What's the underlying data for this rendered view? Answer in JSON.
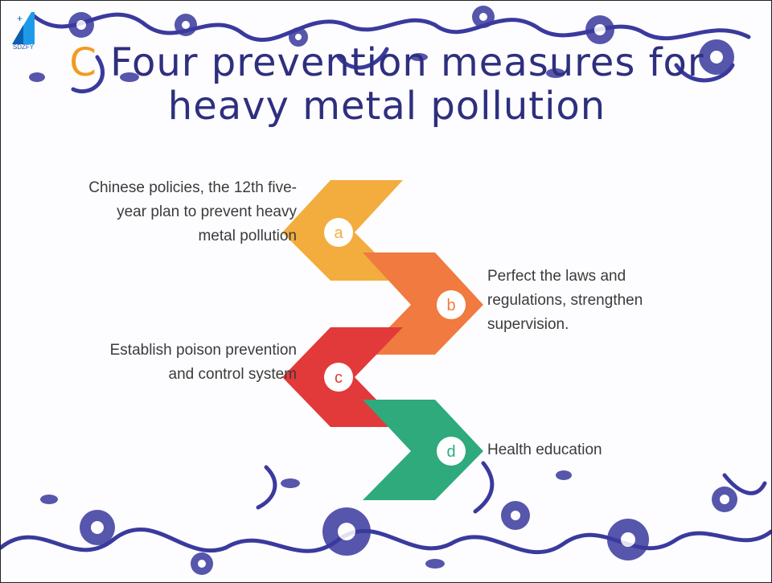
{
  "logo": {
    "text": "SDZFY"
  },
  "title": {
    "letter": "C",
    "text": " Four prevention measures for heavy metal pollution",
    "letter_color": "#f39a1e",
    "color": "#2e2f7e"
  },
  "items": [
    {
      "marker": "a",
      "text": "Chinese policies, the 12th five-year plan to prevent heavy metal pollution",
      "color": "#f2ad3e"
    },
    {
      "marker": "b",
      "text": "Perfect the laws and regulations, strengthen supervision.",
      "color": "#f07a3f"
    },
    {
      "marker": "c",
      "text": "Establish poison prevention and control system",
      "color": "#e2393a"
    },
    {
      "marker": "d",
      "text": "Health education",
      "color": "#2eaa7c"
    }
  ],
  "decoration": {
    "ornament_color": "#3a3a9e",
    "style": "blue-and-white porcelain floral"
  }
}
